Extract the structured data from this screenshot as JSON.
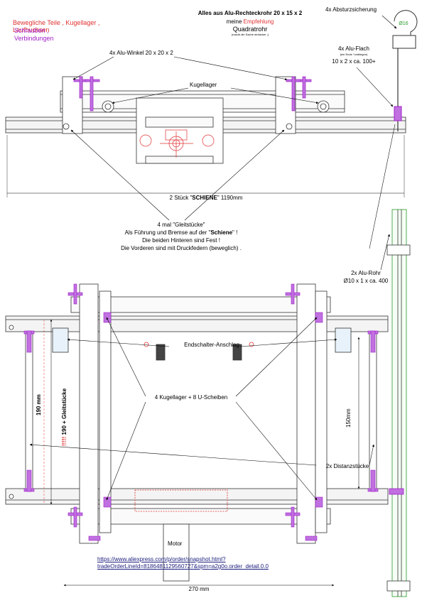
{
  "legend": {
    "moving_parts": "Bewegliche Teile , Kugellager , Laufbuchsen",
    "connections_line1": "Schrauben ,",
    "connections_line2": "Verbindungen",
    "color_moving": "#e03030",
    "color_connections": "#a020c8"
  },
  "header": {
    "title": "Alles aus Alu-Rechteckrohr 20 x 15 x 2",
    "recommendation_prefix": "meine ",
    "recommendation_word": "Empfehlung",
    "square_tube": "Quadratrohr",
    "note": "(macht die Sache einfacher ;)"
  },
  "labels": {
    "fall_protection": "4x Absturzsicherung",
    "alu_angle": "4x Alu-Winkel 20 x 20 x 2",
    "ball_bearing": "Kugellager",
    "alu_flat_title": "4x Alu-Flach",
    "alu_flat_note": "(ein Ende \"umbiegen)",
    "alu_flat_dims": "10 x 2 x ca. 100+",
    "circle_value": "Ø16",
    "rail_prefix": "2 Stück \"",
    "rail_word": "SCHIENE",
    "rail_suffix": "\" 1190mm",
    "glides_1": "4 mal \"Gleitstücke\"",
    "glides_2_prefix": "Als Führung und Bremse auf der \"",
    "glides_2_word": "Schiene",
    "glides_2_suffix": "\" !",
    "glides_3": "Die beiden Hinteren sind Fest !",
    "glides_4": "Die Vorderen sind mit Druckfedern (beweglich) .",
    "alu_tube_title": "2x Alu-Rohr",
    "alu_tube_dims": "Ø10 x 1 x ca. 400",
    "endstop": "Endschalter-Anschlag",
    "bearings_washers": "4 Kugellager + 8 U-Scheiben",
    "spacers": "2x Distanzstücke",
    "dim_190": "190 mm",
    "dim_190_note_prefix": "!!!!! ",
    "dim_190_note": "190 + Gleitstücke",
    "dim_150": "150mm",
    "dim_270": "270 mm",
    "motor": "Motor",
    "url_line1": "https://www.aliexpress.com/p/order/snapshot.html?",
    "url_line2": "tradeOrderLineId=8186481129560727&spm=a2g0o.order_detail.0.0"
  }
}
